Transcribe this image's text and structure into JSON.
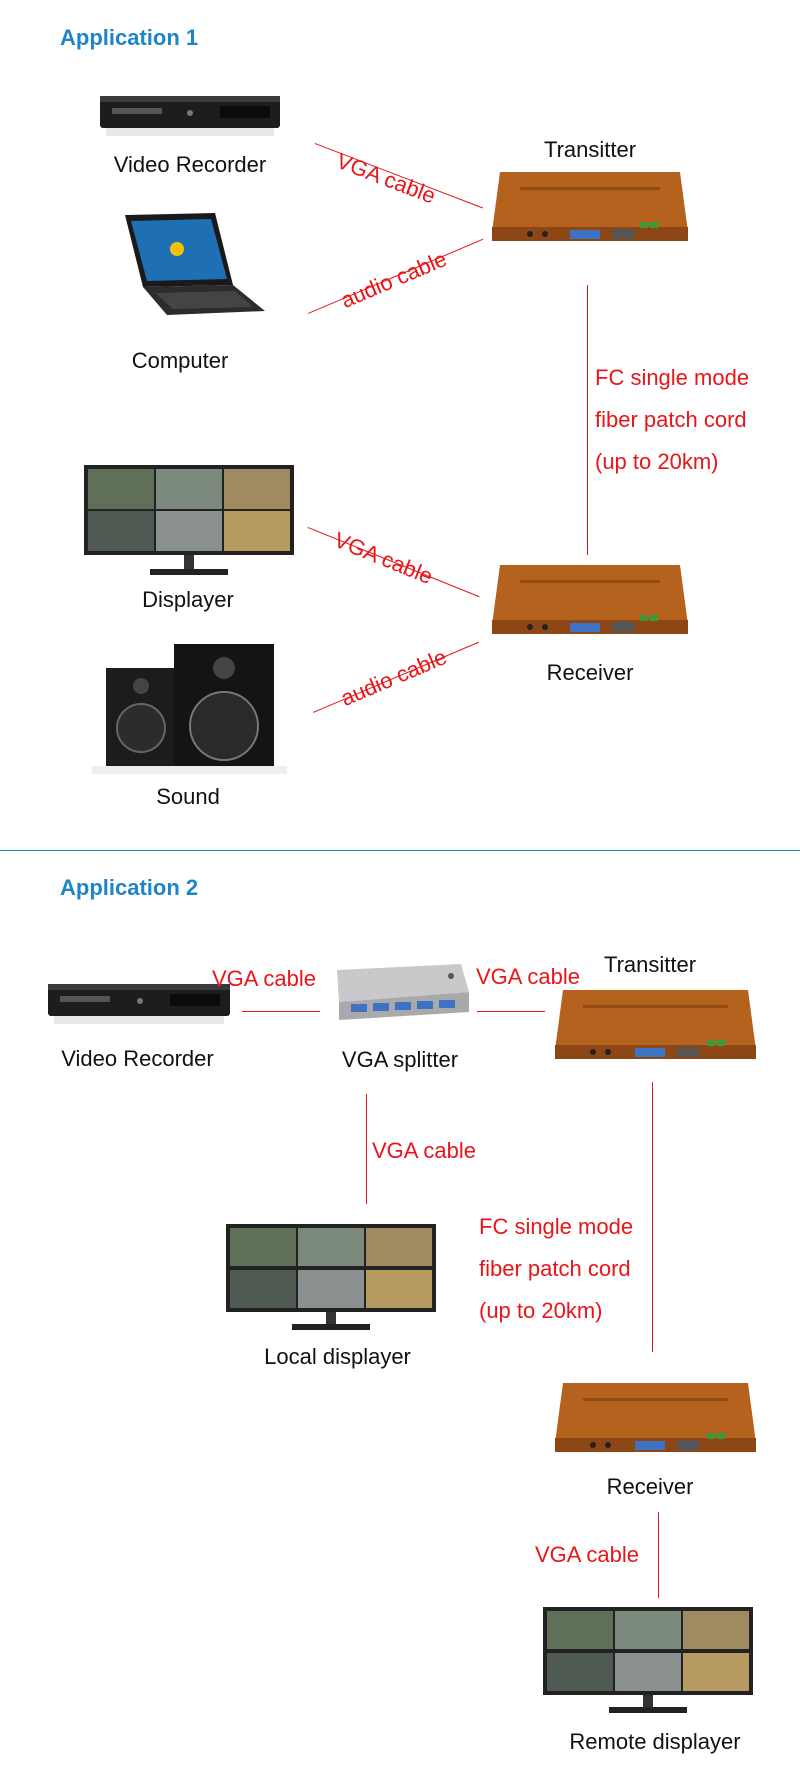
{
  "app1": {
    "heading": "Application 1",
    "video_recorder": "Video Recorder",
    "computer": "Computer",
    "transmitter": "Transitter",
    "displayer": "Displayer",
    "sound": "Sound",
    "receiver": "Receiver",
    "vga_cable_top": "VGA cable",
    "audio_cable_top": "audio cable",
    "vga_cable_bottom": "VGA cable",
    "audio_cable_bottom": "audio cable",
    "fiber": [
      "FC single mode",
      "fiber patch cord",
      "(up to 20km)"
    ]
  },
  "app2": {
    "heading": "Application 2",
    "video_recorder": "Video Recorder",
    "vga_splitter": "VGA splitter",
    "transmitter": "Transitter",
    "vga_cable_left": "VGA cable",
    "vga_cable_right": "VGA cable",
    "vga_cable_down": "VGA cable",
    "local_displayer": "Local displayer",
    "fiber": [
      "FC single mode",
      "fiber patch cord",
      "(up to 20km)"
    ],
    "receiver": "Receiver",
    "vga_cable_receiver": "VGA cable",
    "remote_displayer": "Remote displayer"
  },
  "colors": {
    "heading": "#1d86c8",
    "cable": "#e8151a",
    "box": "#b5621f"
  }
}
